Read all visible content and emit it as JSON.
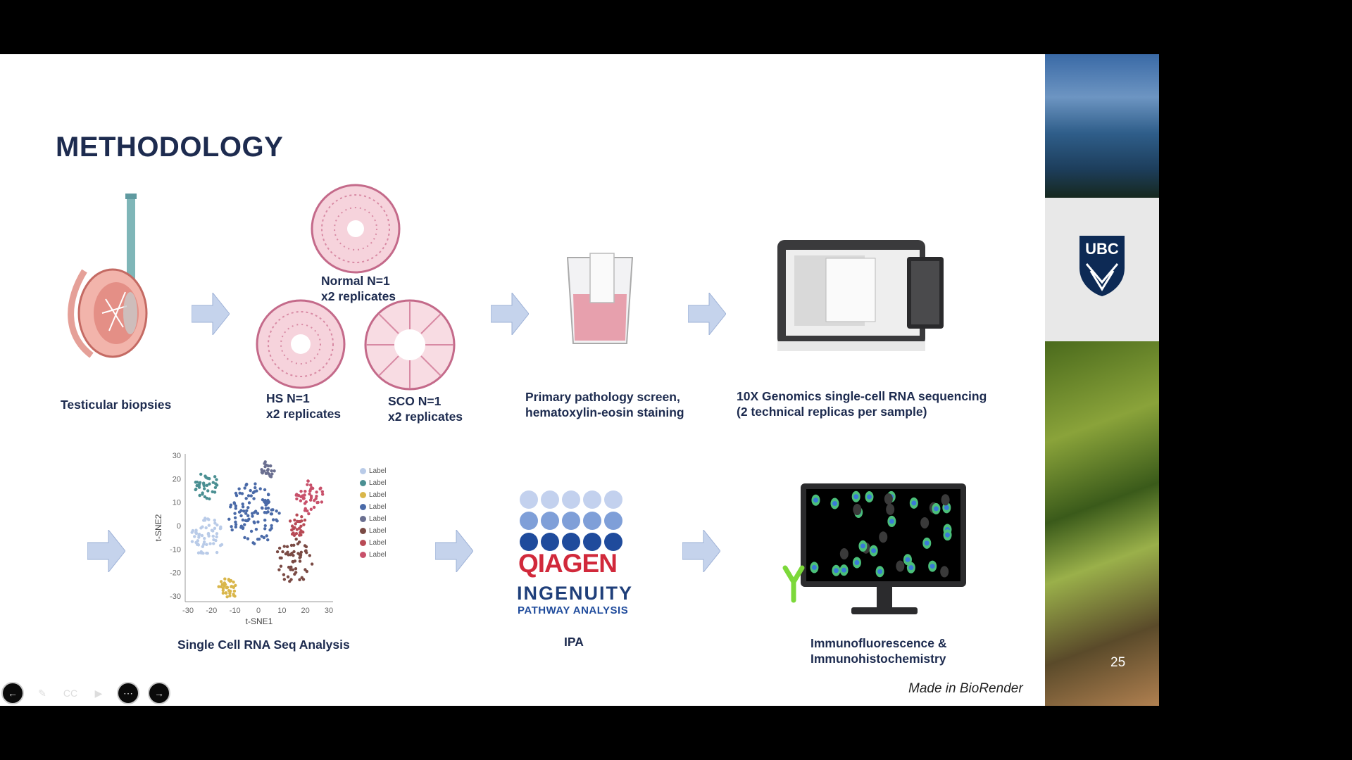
{
  "slide": {
    "title": "METHODOLOGY",
    "page_number": "25",
    "credit": "Made in BioRender",
    "logo_text": "UBC"
  },
  "steps": {
    "biopsy": "Testicular biopsies",
    "normal_line1": "Normal N=1",
    "normal_line2": "x2 replicates",
    "hs_line1": "HS N=1",
    "hs_line2": "x2 replicates",
    "sco_line1": "SCO N=1",
    "sco_line2": "x2 replicates",
    "pathology_line1": "Primary pathology screen,",
    "pathology_line2": "hematoxylin-eosin staining",
    "sequencing_line1": "10X Genomics single-cell RNA sequencing",
    "sequencing_line2": "(2 technical replicas per sample)",
    "scrna_label": "Single Cell RNA Seq Analysis",
    "ipa_label": "IPA",
    "if_line1": "Immunofluorescence &",
    "if_line2": "Immunohistochemistry"
  },
  "qiagen": {
    "brand": "QIAGEN",
    "product": "INGENUITY",
    "tagline": "PATHWAY ANALYSIS"
  },
  "tsne": {
    "xlabel": "t-SNE1",
    "ylabel": "t-SNE2",
    "xticks": [
      "-30",
      "-20",
      "-10",
      "0",
      "10",
      "20",
      "30"
    ],
    "yticks": [
      "30",
      "20",
      "10",
      "0",
      "-10",
      "-20",
      "-30"
    ],
    "legend": [
      {
        "label": "Label",
        "color": "#b9cbe8"
      },
      {
        "label": "Label",
        "color": "#4a8f92"
      },
      {
        "label": "Label",
        "color": "#d9b64a"
      },
      {
        "label": "Label",
        "color": "#4a6aa8"
      },
      {
        "label": "Label",
        "color": "#6a6f90"
      },
      {
        "label": "Label",
        "color": "#7a4a44"
      },
      {
        "label": "Label",
        "color": "#b84a55"
      },
      {
        "label": "Label",
        "color": "#c8506a"
      }
    ]
  },
  "controls": [
    {
      "name": "previous-slide-icon",
      "glyph": "←"
    },
    {
      "name": "pen-icon",
      "glyph": "✎"
    },
    {
      "name": "captions-icon",
      "glyph": "CC"
    },
    {
      "name": "camera-off-icon",
      "glyph": "▶"
    },
    {
      "name": "more-options-icon",
      "glyph": "⋯"
    },
    {
      "name": "next-slide-icon",
      "glyph": "→"
    }
  ],
  "colors": {
    "title": "#1d2b4f",
    "arrow": "#c5d3ec",
    "qiagen_red": "#d1293b",
    "qiagen_blue": "#1f4b9c"
  }
}
